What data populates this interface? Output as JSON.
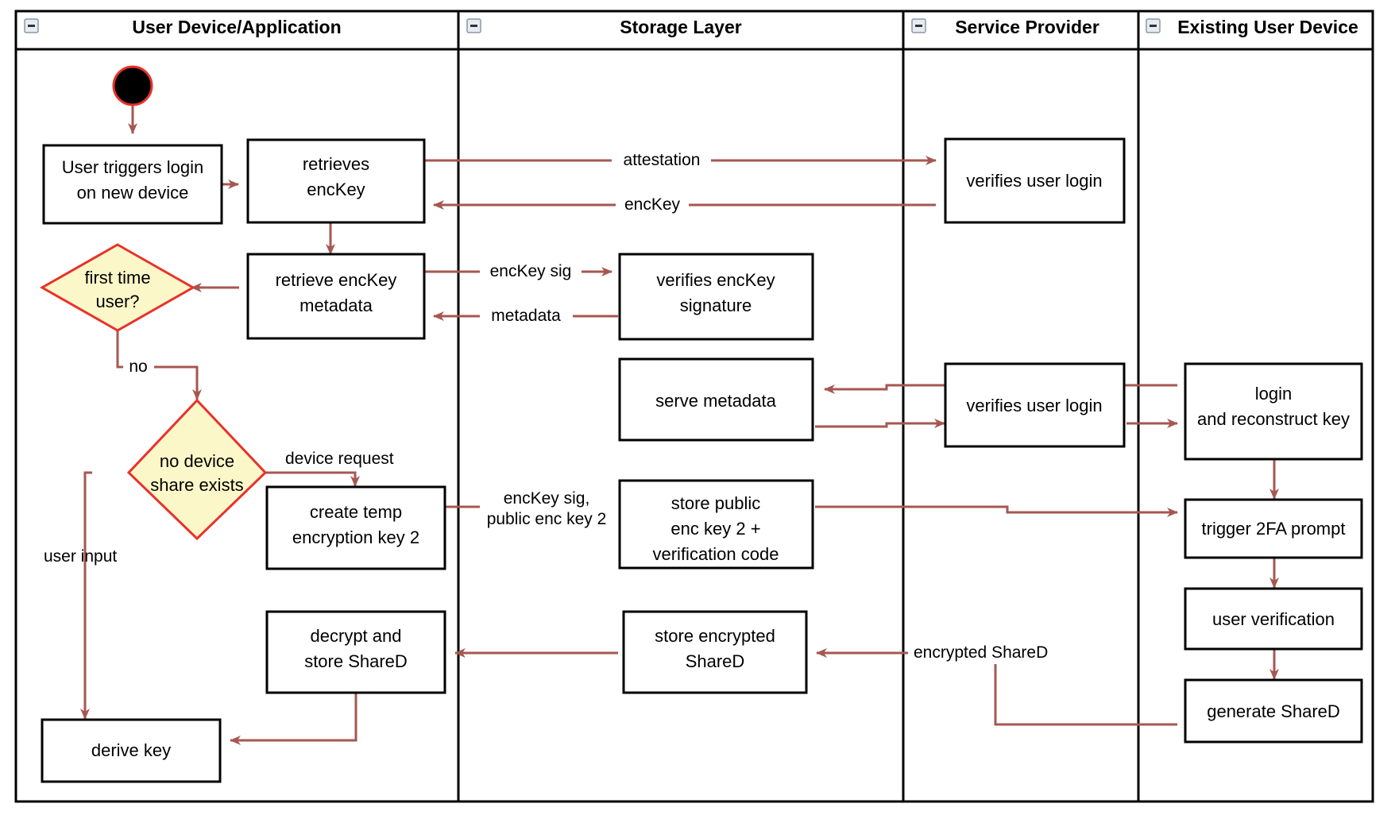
{
  "diagram": {
    "type": "uml-activity-swimlane",
    "background": "#ffffff",
    "colors": {
      "lane_border": "#000000",
      "node_border": "#000000",
      "node_fill": "#ffffff",
      "decision_fill": "#fcf7c8",
      "decision_border": "#e8322a",
      "flow": "#a65751",
      "start_fill": "#000000",
      "start_ring": "#e8322a",
      "text": "#000000"
    },
    "lanes": [
      {
        "id": "lane-user-device",
        "title": "User Device/Application",
        "collapse_icon": "minus-box-icon"
      },
      {
        "id": "lane-storage-layer",
        "title": "Storage Layer",
        "collapse_icon": "minus-box-icon"
      },
      {
        "id": "lane-service-provider",
        "title": "Service Provider",
        "collapse_icon": "minus-box-icon"
      },
      {
        "id": "lane-existing-user-device",
        "title": "Existing User Device",
        "collapse_icon": "minus-box-icon"
      }
    ],
    "nodes": [
      {
        "id": "start",
        "lane": "lane-user-device",
        "shape": "initial-node",
        "label": ""
      },
      {
        "id": "user-triggers-login",
        "lane": "lane-user-device",
        "shape": "activity",
        "lines": [
          "User triggers login",
          "on new device"
        ]
      },
      {
        "id": "retrieves-enckey",
        "lane": "lane-user-device",
        "shape": "activity",
        "lines": [
          "retrieves",
          "encKey"
        ]
      },
      {
        "id": "first-time-user",
        "lane": "lane-user-device",
        "shape": "decision",
        "lines": [
          "first time",
          "user?"
        ]
      },
      {
        "id": "retrieve-enckey-metadata",
        "lane": "lane-user-device",
        "shape": "activity",
        "lines": [
          "retrieve encKey",
          "metadata"
        ]
      },
      {
        "id": "no-device-share-exists",
        "lane": "lane-user-device",
        "shape": "decision",
        "lines": [
          "no device",
          "share exists"
        ]
      },
      {
        "id": "create-temp-encryption-key-2",
        "lane": "lane-user-device",
        "shape": "activity",
        "lines": [
          "create temp",
          "encryption key 2"
        ]
      },
      {
        "id": "decrypt-and-store-shared",
        "lane": "lane-user-device",
        "shape": "activity",
        "lines": [
          "decrypt and",
          "store ShareD"
        ]
      },
      {
        "id": "derive-key",
        "lane": "lane-user-device",
        "shape": "activity",
        "lines": [
          "derive key"
        ]
      },
      {
        "id": "verifies-enckey-signature",
        "lane": "lane-storage-layer",
        "shape": "activity",
        "lines": [
          "verifies encKey",
          "signature"
        ]
      },
      {
        "id": "serve-metadata",
        "lane": "lane-storage-layer",
        "shape": "activity",
        "lines": [
          "serve metadata"
        ]
      },
      {
        "id": "store-public-enc-key-2",
        "lane": "lane-storage-layer",
        "shape": "activity",
        "lines": [
          "store public",
          "enc key 2 +",
          "verification code"
        ]
      },
      {
        "id": "store-encrypted-shared",
        "lane": "lane-storage-layer",
        "shape": "activity",
        "lines": [
          "store encrypted",
          "ShareD"
        ]
      },
      {
        "id": "verifies-user-login-1",
        "lane": "lane-service-provider",
        "shape": "activity",
        "lines": [
          "verifies user login"
        ]
      },
      {
        "id": "verifies-user-login-2",
        "lane": "lane-service-provider",
        "shape": "activity",
        "lines": [
          "verifies user login"
        ]
      },
      {
        "id": "login-and-reconstruct-key",
        "lane": "lane-existing-user-device",
        "shape": "activity",
        "lines": [
          "login",
          "and reconstruct key"
        ]
      },
      {
        "id": "trigger-2fa-prompt",
        "lane": "lane-existing-user-device",
        "shape": "activity",
        "lines": [
          "trigger 2FA prompt"
        ]
      },
      {
        "id": "user-verification",
        "lane": "lane-existing-user-device",
        "shape": "activity",
        "lines": [
          "user verification"
        ]
      },
      {
        "id": "generate-shared",
        "lane": "lane-existing-user-device",
        "shape": "activity",
        "lines": [
          "generate ShareD"
        ]
      }
    ],
    "edge_labels": [
      {
        "id": "label-attestation",
        "text": "attestation"
      },
      {
        "id": "label-enckey",
        "text": "encKey"
      },
      {
        "id": "label-enckey-sig",
        "text": "encKey sig"
      },
      {
        "id": "label-metadata",
        "text": "metadata"
      },
      {
        "id": "label-no",
        "text": "no"
      },
      {
        "id": "label-device-request",
        "text": "device request"
      },
      {
        "id": "label-user-input",
        "text": "user input"
      },
      {
        "id": "label-enckey-sig-2a",
        "text": "encKey sig,"
      },
      {
        "id": "label-enckey-sig-2b",
        "text": "public enc key 2"
      },
      {
        "id": "label-encrypted-shared",
        "text": "encrypted ShareD"
      }
    ]
  }
}
